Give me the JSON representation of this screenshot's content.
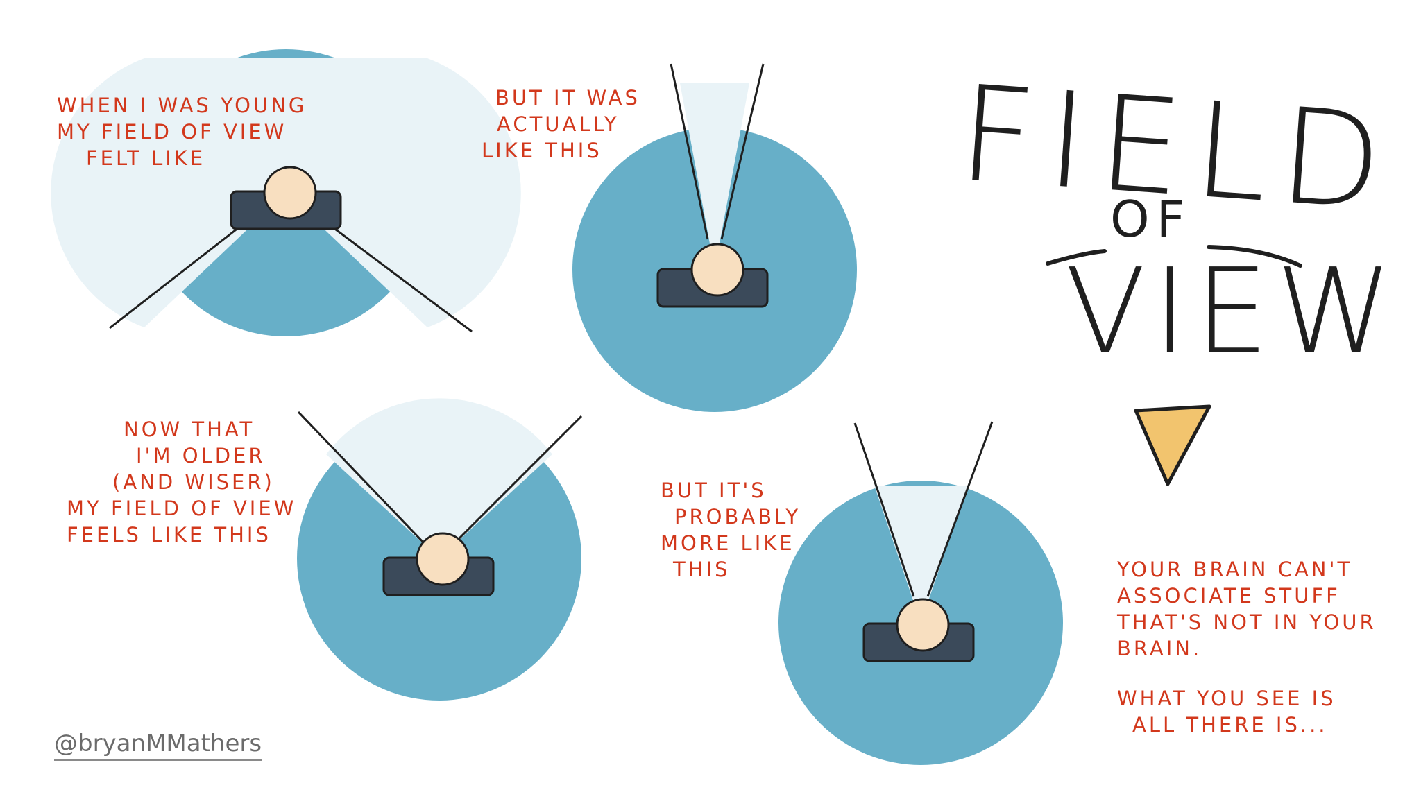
{
  "title": {
    "line1": "FIELD",
    "line2": "OF",
    "line3": "VIEW"
  },
  "captions": {
    "young": [
      "WHEN I WAS YOUNG",
      "MY FIELD OF VIEW",
      "FELT LIKE"
    ],
    "actually": [
      "BUT IT WAS",
      "ACTUALLY",
      "LIKE THIS"
    ],
    "older": [
      "NOW THAT",
      "I'M OLDER",
      "(AND WISER)",
      "MY FIELD OF VIEW",
      "FEELS LIKE THIS"
    ],
    "probably": [
      "BUT IT'S",
      "PROBABLY",
      "MORE LIKE",
      "THIS"
    ],
    "brain": [
      "YOUR BRAIN CAN'T",
      "ASSOCIATE STUFF",
      "THAT'S NOT IN YOUR",
      "BRAIN."
    ],
    "see": [
      "WHAT YOU SEE IS",
      "ALL THERE IS..."
    ]
  },
  "credit": "@bryanMMathers",
  "colors": {
    "caption": "#d2381c",
    "circle": "#67afc8",
    "view_light": "#e9f3f7",
    "person_body": "#3b4a5a",
    "person_head": "#f8dfc0",
    "ink": "#1f1f1f",
    "wedge": "#f2c46e",
    "credit": "#6b6b6b"
  },
  "icons": [
    "person-top-view-icon",
    "triangle-wedge-icon"
  ]
}
